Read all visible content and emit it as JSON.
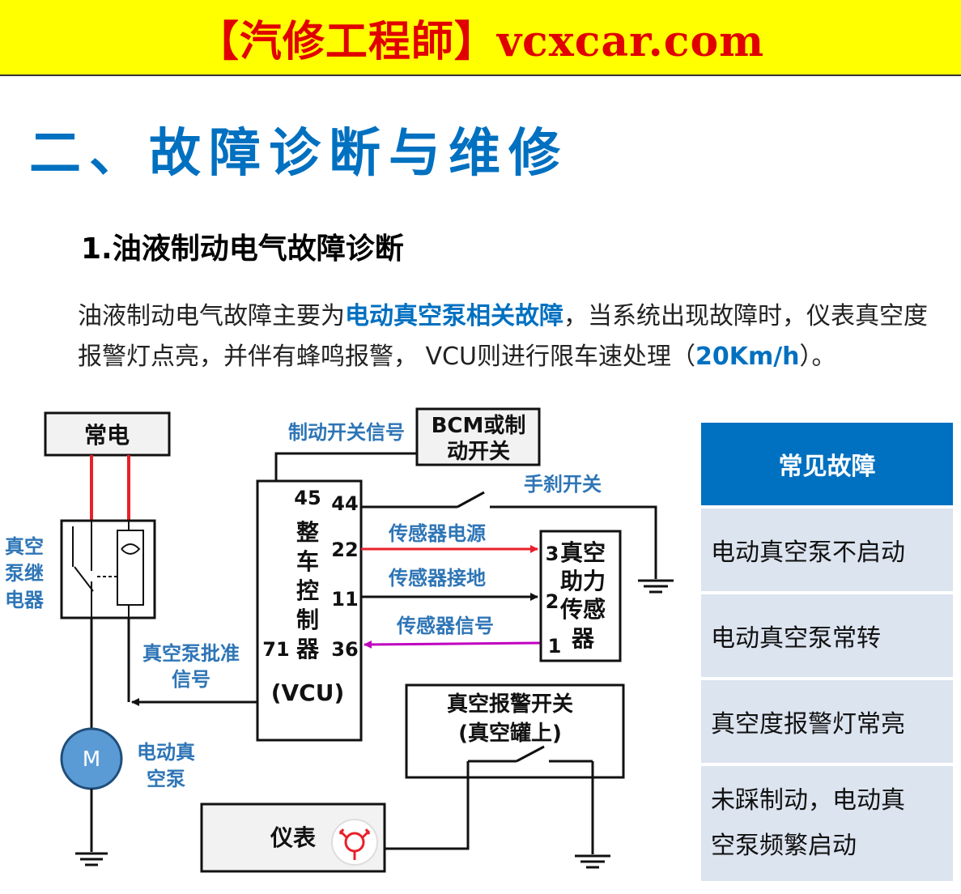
{
  "banner": {
    "text": "【汽修工程師】vcxcar.com"
  },
  "section_title": "二、故障诊断与维修",
  "sub_title": "1.油液制动电气故障诊断",
  "paragraph": {
    "part1": "油液制动电气故障主要为",
    "highlight1": "电动真空泵相关故障",
    "part2": "，当系统出现故障时，仪表真空度报警灯点亮，并伴有蜂鸣报警， VCU则进行限车速处理（",
    "highlight2": "20Km/h",
    "part3": "）。"
  },
  "diagram": {
    "power_box": "常电",
    "relay_label": [
      "真空",
      "泵继",
      "电器"
    ],
    "bcm_box": [
      "BCM或制",
      "动开关"
    ],
    "brake_signal_label": "制动开关信号",
    "handbrake_label": "手刹开关",
    "vcu": {
      "pin45": "45",
      "pin44": "44",
      "pin22": "22",
      "pin11": "11",
      "pin36": "36",
      "pin71": "71",
      "name_chars": [
        "整",
        "车",
        "控",
        "制",
        "器"
      ],
      "abbr": "(VCU)"
    },
    "sensor_power_label": "传感器电源",
    "sensor_ground_label": "传感器接地",
    "sensor_signal_label": "传感器信号",
    "sensor_box": {
      "pin3": "3",
      "pin2": "2",
      "pin1": "1",
      "lines": [
        "真空",
        "助力",
        "传感",
        "器"
      ]
    },
    "pump_approve_label": [
      "真空泵批准",
      "信号"
    ],
    "motor_symbol": "M",
    "motor_label": [
      "电动真",
      "空泵"
    ],
    "alarm_switch": [
      "真空报警开关",
      "(真空罐上)"
    ],
    "instrument": "仪表",
    "colors": {
      "red": "#e8202a",
      "magenta": "#c000c0",
      "blue": "#2e75b6",
      "motor": "#5b9bd5"
    }
  },
  "faults": {
    "header": "常见故障",
    "items": [
      "电动真空泵不启动",
      "电动真空泵常转",
      "真空度报警灯常亮"
    ],
    "item4_lines": [
      "未踩制动，电动真",
      "空泵频繁启动"
    ]
  }
}
